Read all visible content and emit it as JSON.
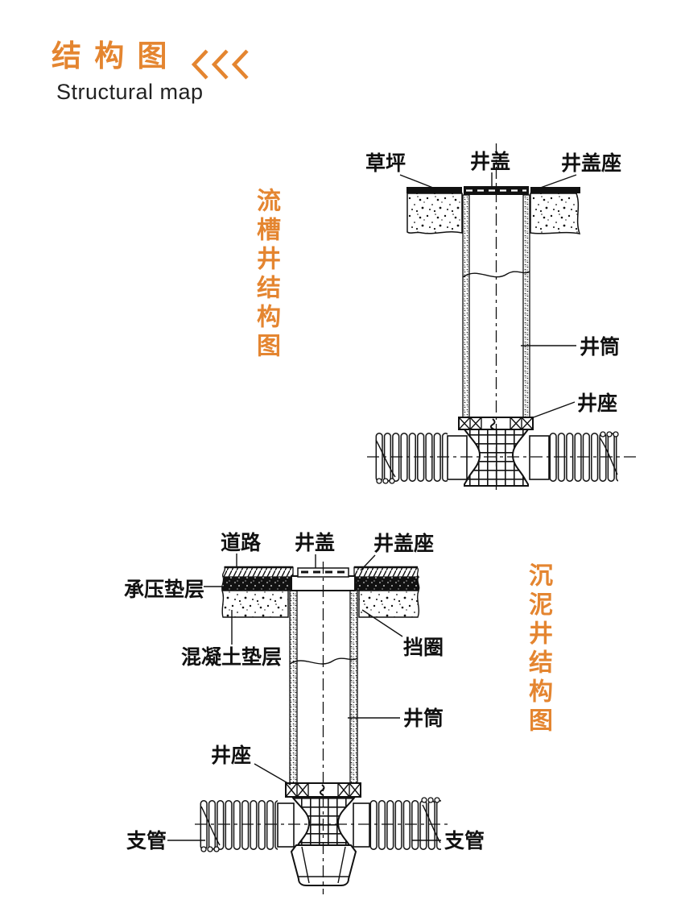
{
  "colors": {
    "accent": "#e48530",
    "ink": "#111111",
    "paper": "#ffffff"
  },
  "header": {
    "title": "结 构 图",
    "chevrons_icon": "triple-left-chevron",
    "subtitle": "Structural map"
  },
  "flow_channel_well_diagram": {
    "side_title": "流槽井结构图",
    "labels": {
      "lawn": "草坪",
      "well_cover": "井盖",
      "well_cover_seat": "井盖座",
      "well_shaft": "井筒",
      "well_seat": "井座"
    }
  },
  "sediment_well_diagram": {
    "side_title": "沉泥井结构图",
    "labels": {
      "road": "道路",
      "well_cover": "井盖",
      "well_cover_seat": "井盖座",
      "bearing_cushion": "承压垫层",
      "concrete_cushion": "混凝土垫层",
      "retaining_ring": "挡圈",
      "well_shaft": "井筒",
      "well_seat": "井座",
      "branch_pipe_left": "支管",
      "branch_pipe_right": "支管"
    }
  }
}
